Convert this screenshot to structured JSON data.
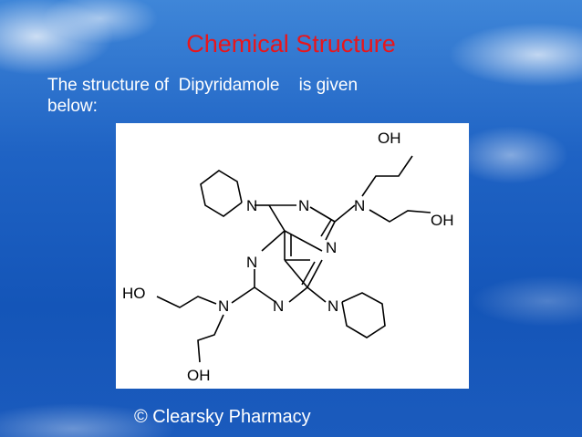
{
  "slide": {
    "title": "Chemical Structure",
    "body_line1": "The structure of  Dipyridamole    is given",
    "body_line2": "below:",
    "footer": "© Clearsky Pharmacy"
  },
  "structure": {
    "atoms": {
      "n_top_left": "N",
      "n_top_mid": "N",
      "n_top_right": "N",
      "n_ring_right": "N",
      "n_ring_left": "N",
      "n_bottom_left": "N",
      "n_bottom_mid": "N",
      "n_bottom_right": "N",
      "oh_top": "OH",
      "oh_right": "OH",
      "ho_left": "HO",
      "oh_bottom": "OH"
    }
  },
  "colors": {
    "title": "#e8161c",
    "text": "#ffffff",
    "panel": "#ffffff"
  }
}
